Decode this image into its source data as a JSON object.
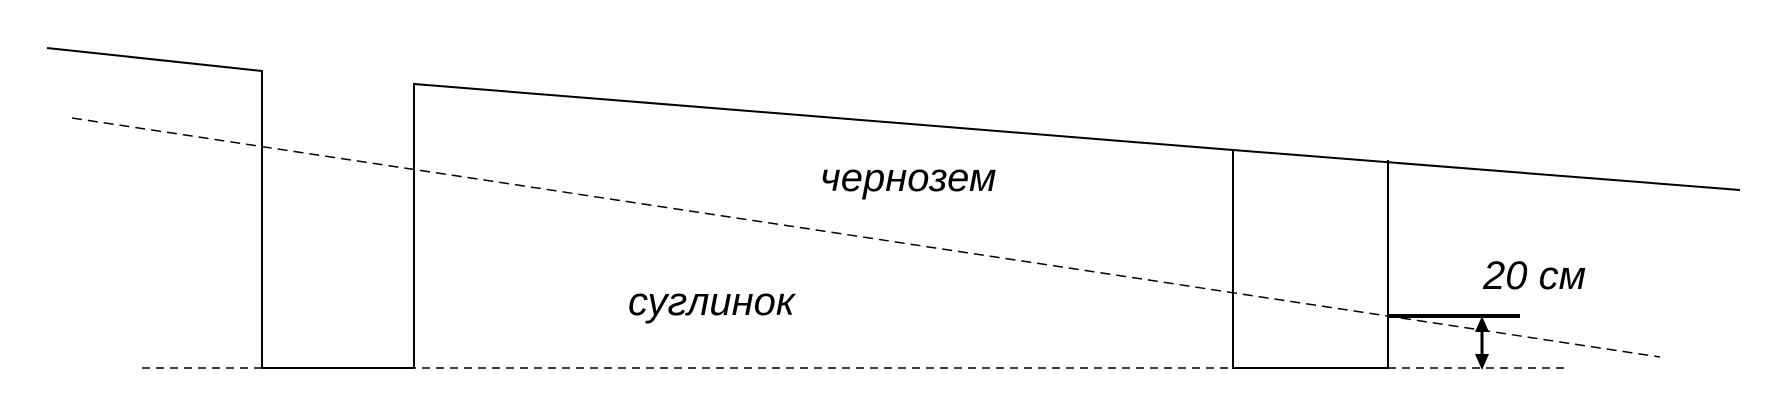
{
  "labels": {
    "topsoil": "чернозем",
    "subsoil": "суглинок",
    "depth": "20 см"
  },
  "colors": {
    "line": "#000000",
    "background": "#ffffff"
  }
}
